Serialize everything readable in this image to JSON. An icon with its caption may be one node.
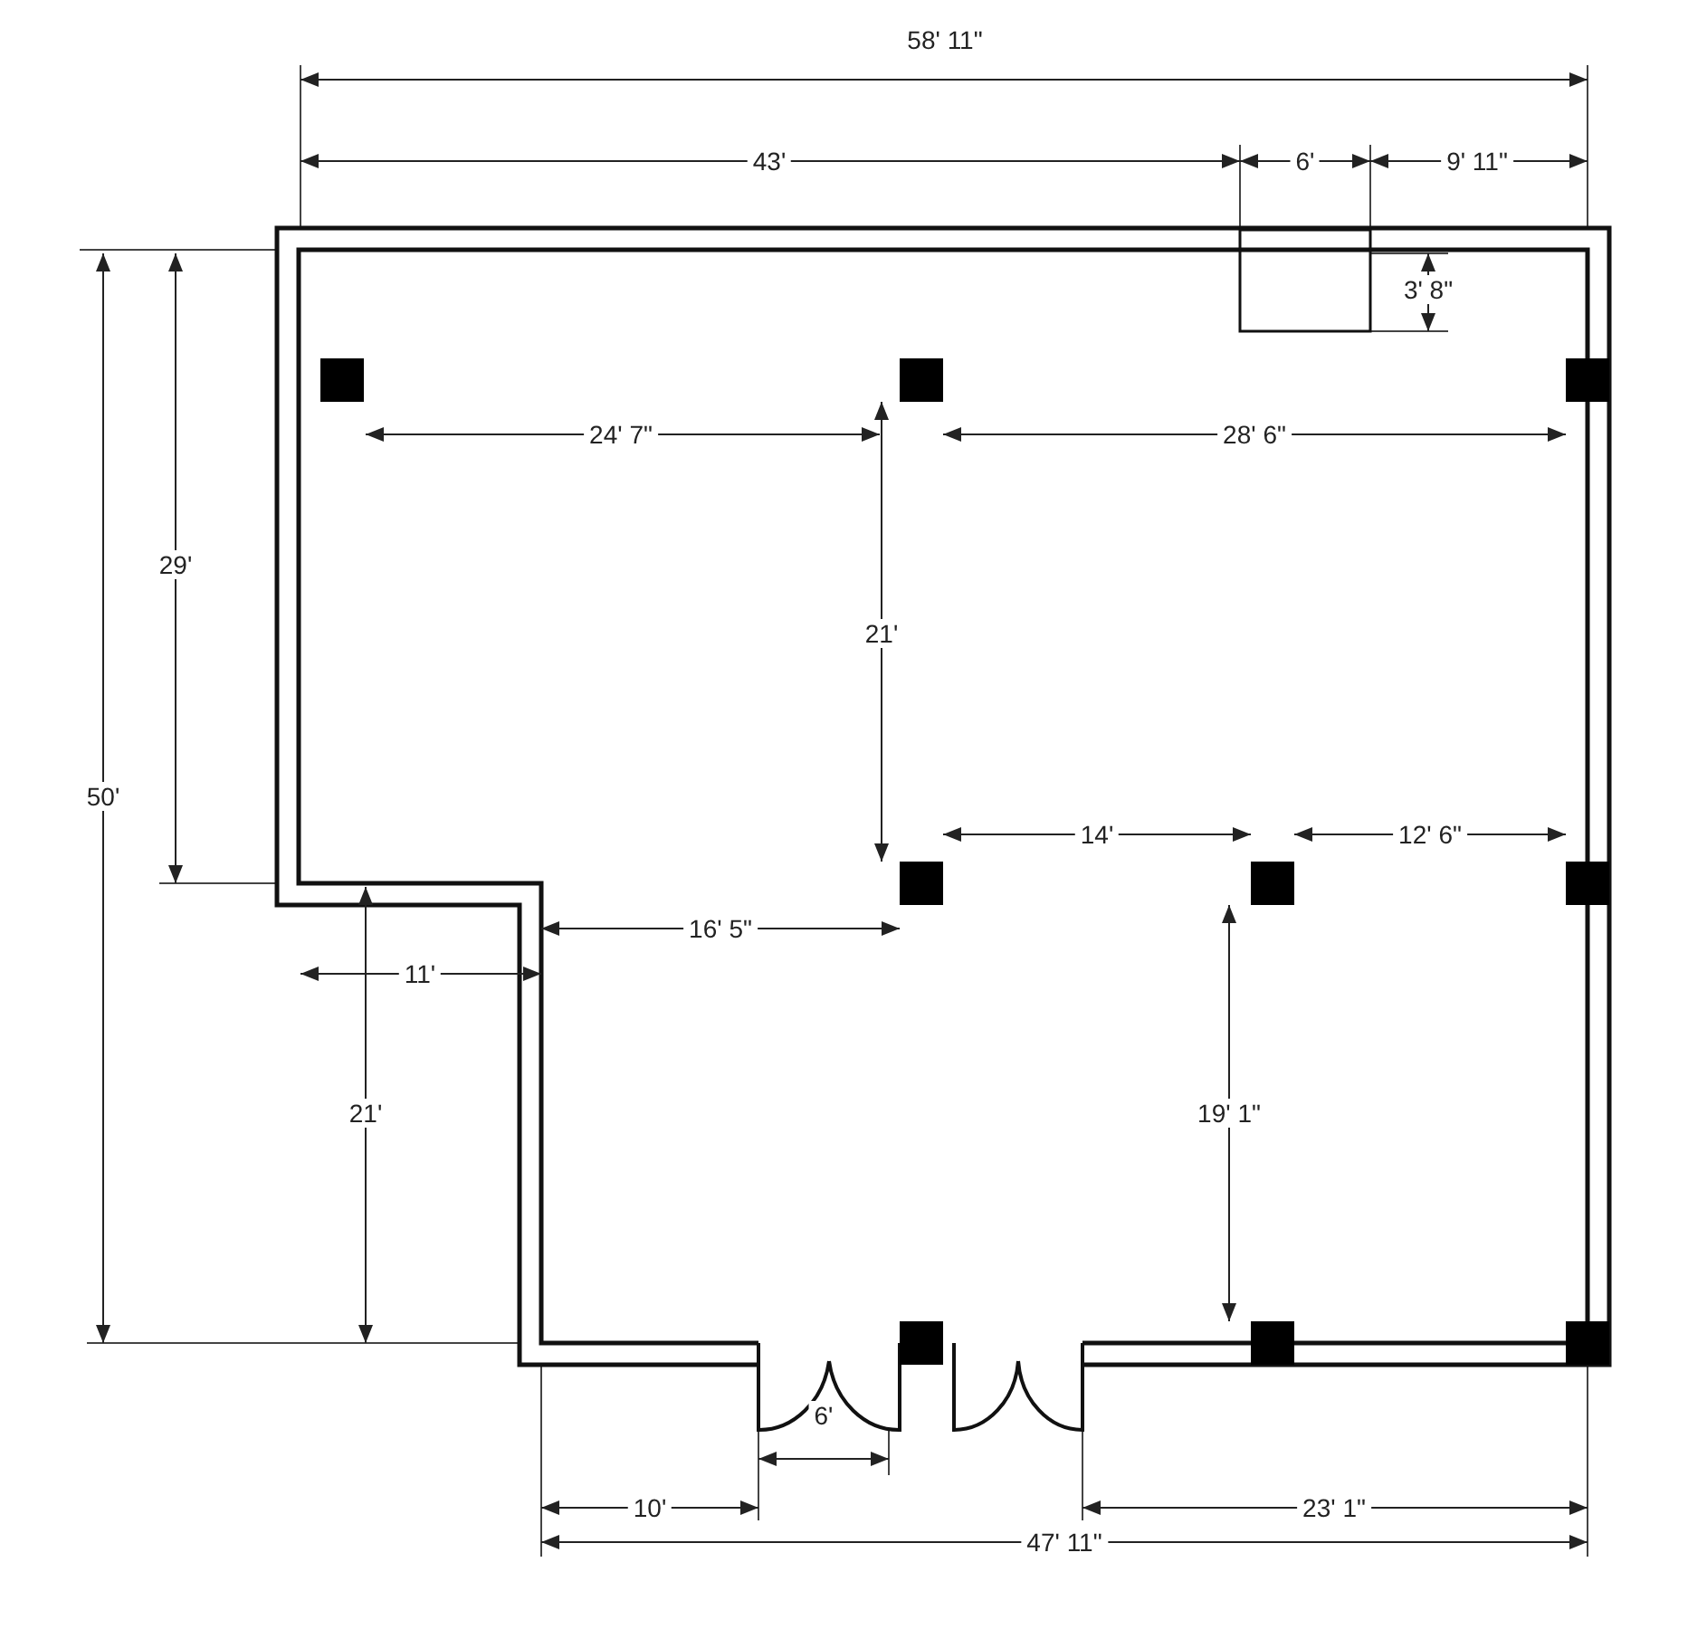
{
  "diagram": {
    "labels": [
      "58' 11\"",
      "43'",
      "6'",
      "9' 11\"",
      "3' 8\"",
      "24' 7\"",
      "28' 6\"",
      "29'",
      "50'",
      "21'",
      "14'",
      "12' 6\"",
      "16' 5\"",
      "11'",
      "21'",
      "19' 1\"",
      "6'",
      "10'",
      "23' 1\"",
      "47' 11\""
    ]
  }
}
